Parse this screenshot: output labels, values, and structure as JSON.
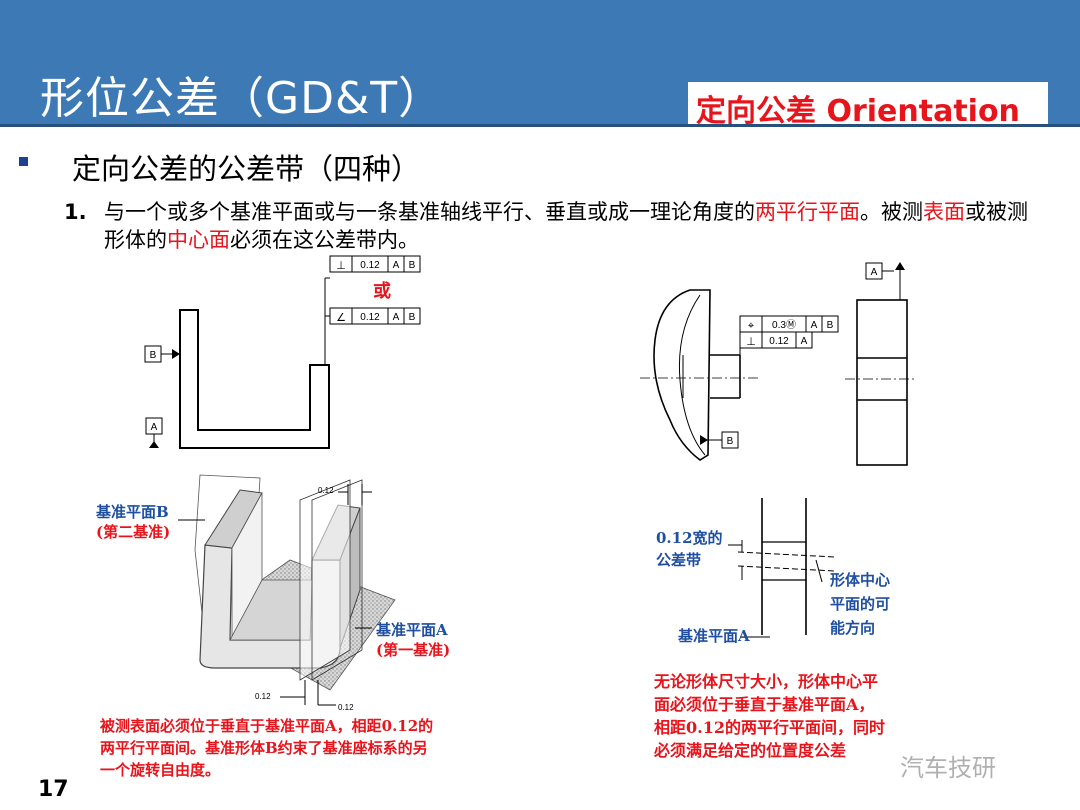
{
  "header": {
    "title": "形位公差（GD&T）",
    "subtitle": "定向公差 Orientation"
  },
  "heading": "定向公差的公差带（四种）",
  "item1": {
    "num": "1.",
    "p1": "与一个或多个基准平面或与一条基准轴线平行、垂直或成一理论角度的",
    "p2": "两平行平面",
    "p3": "。被测",
    "p4": "表面",
    "p5": "或被测形体的",
    "p6": "中心面",
    "p7": "必须在这公差带内。"
  },
  "diagram_left": {
    "fcf1": [
      "⊥",
      "0.12",
      "A",
      "B"
    ],
    "or_text": "或",
    "fcf2": [
      "∠",
      "0.12",
      "A",
      "B"
    ],
    "datum_b": "B",
    "datum_a": "A",
    "dim_top": "0.12",
    "dim_bottom1": "0.12",
    "dim_bottom2": "0.12",
    "label_b": "基准平面B",
    "label_b2": "(第二基准)",
    "label_a": "基准平面A",
    "label_a2": "(第一基准)",
    "caption": [
      "被测表面必须位于垂直于基准平面A，相距0.12的",
      "两平行平面间。基准形体B约束了基准座标系的另",
      "一个旋转自由度。"
    ]
  },
  "diagram_right": {
    "fcf1": [
      "⌖",
      "0.3Ⓜ",
      "A",
      "B"
    ],
    "fcf2": [
      "⊥",
      "0.12",
      "A"
    ],
    "datum_a": "A",
    "datum_b": "B",
    "label_zone": [
      "0.12宽的",
      "公差带"
    ],
    "label_center": [
      "形体中心",
      "平面的可",
      "能方向"
    ],
    "label_plane_a": "基准平面A",
    "caption": [
      "无论形体尺寸大小，形体中心平",
      "面必须位于垂直于基准平面A，",
      "相距0.12的两平行平面间，同时",
      "必须满足给定的位置度公差"
    ]
  },
  "page_number": "17",
  "watermark": "汽车技研",
  "colors": {
    "header": "#3d7ab5",
    "accent_red": "#e8141c",
    "label_blue": "#1f4fa0"
  }
}
